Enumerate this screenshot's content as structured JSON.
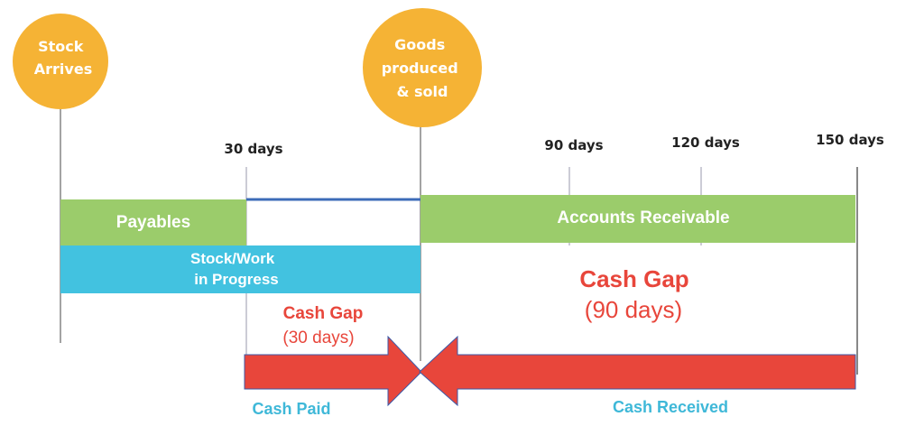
{
  "events": {
    "stock_arrives": [
      "Stock",
      "Arrives"
    ],
    "goods_sold": [
      "Goods",
      "produced",
      "& sold"
    ]
  },
  "ticks": [
    "30 days",
    "90 days",
    "120 days",
    "150 days"
  ],
  "bars": {
    "payables": "Payables",
    "stock_wip": [
      "Stock/Work",
      "in Progress"
    ],
    "receivables": "Accounts Receivable"
  },
  "cash_gaps": {
    "left": {
      "title": "Cash Gap",
      "sub": "(30 days)"
    },
    "right": {
      "title": "Cash Gap",
      "sub": "(90 days)"
    }
  },
  "flows": {
    "paid": "Cash Paid",
    "received": "Cash Received"
  },
  "colors": {
    "event_circle": "#f5b335",
    "payables": "#9bcc6b",
    "stock_wip": "#42c2e0",
    "receivables": "#9bcc6b",
    "gap_text": "#e8463b",
    "arrow": "#e8463b",
    "flow_text": "#3fb8d8",
    "timeline_bar": "#3d6cb8"
  }
}
